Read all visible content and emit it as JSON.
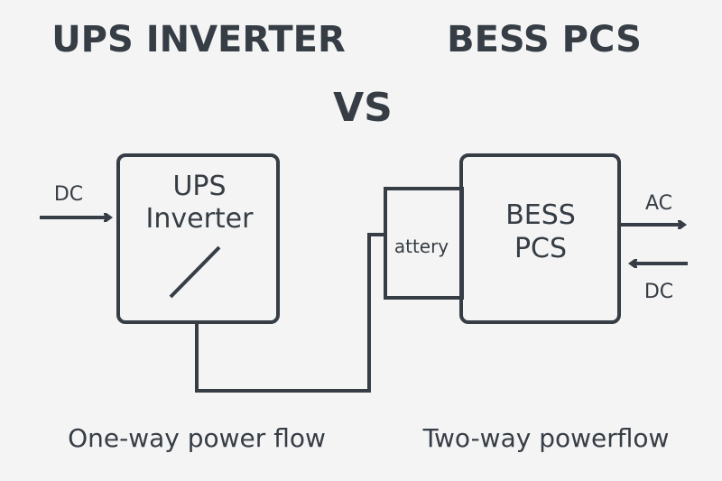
{
  "titles": {
    "left": "UPS INVERTER",
    "right": "BESS PCS",
    "versus": "VS"
  },
  "ups": {
    "label_line1": "UPS",
    "label_line2": "Inverter",
    "input_label": "DC"
  },
  "battery": {
    "label": "attery"
  },
  "bess": {
    "label_line1": "BESS",
    "label_line2": "PCS",
    "output_label": "AC",
    "input_label": "DC"
  },
  "captions": {
    "left": "One-way power flow",
    "right": "Two-way powerflow"
  },
  "colors": {
    "ink": "#363d45",
    "background": "#f4f4f4"
  }
}
